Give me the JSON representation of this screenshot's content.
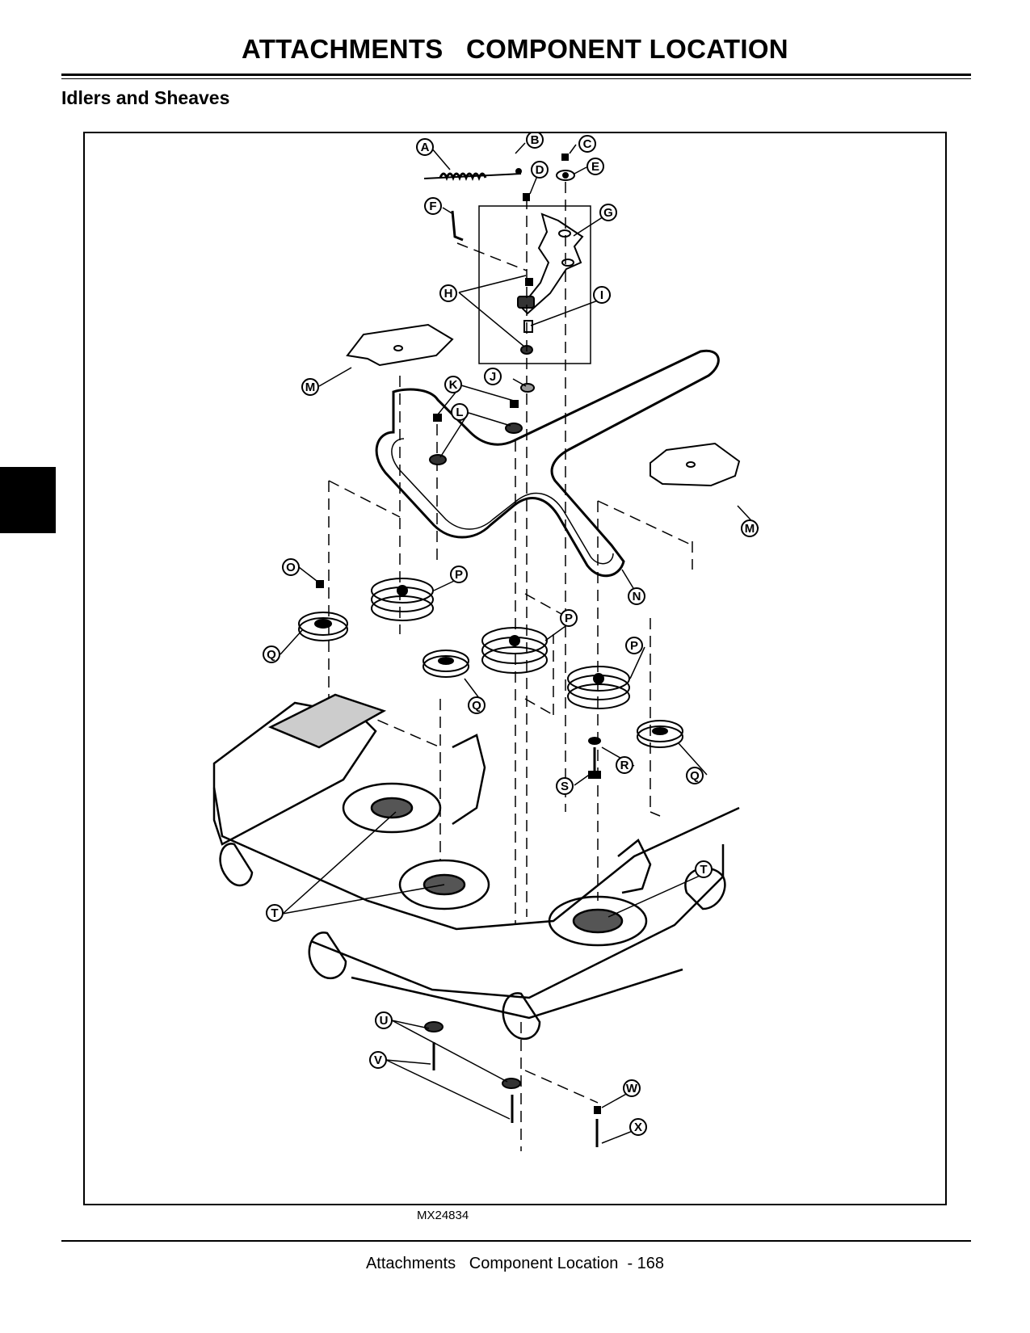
{
  "header": {
    "title": "ATTACHMENTS   COMPONENT LOCATION",
    "section": "Idlers and Sheaves"
  },
  "figure": {
    "id": "MX24834",
    "callouts": [
      {
        "letter": "A"
      },
      {
        "letter": "B"
      },
      {
        "letter": "C"
      },
      {
        "letter": "D"
      },
      {
        "letter": "E"
      },
      {
        "letter": "F"
      },
      {
        "letter": "G"
      },
      {
        "letter": "H"
      },
      {
        "letter": "I"
      },
      {
        "letter": "J"
      },
      {
        "letter": "K"
      },
      {
        "letter": "L"
      },
      {
        "letter": "M"
      },
      {
        "letter": "M"
      },
      {
        "letter": "N"
      },
      {
        "letter": "O"
      },
      {
        "letter": "P"
      },
      {
        "letter": "P"
      },
      {
        "letter": "P"
      },
      {
        "letter": "Q"
      },
      {
        "letter": "Q"
      },
      {
        "letter": "Q"
      },
      {
        "letter": "R"
      },
      {
        "letter": "S"
      },
      {
        "letter": "T"
      },
      {
        "letter": "T"
      },
      {
        "letter": "U"
      },
      {
        "letter": "V"
      },
      {
        "letter": "W"
      },
      {
        "letter": "X"
      }
    ]
  },
  "footer": {
    "text": "Attachments   Component Location  - 168"
  }
}
